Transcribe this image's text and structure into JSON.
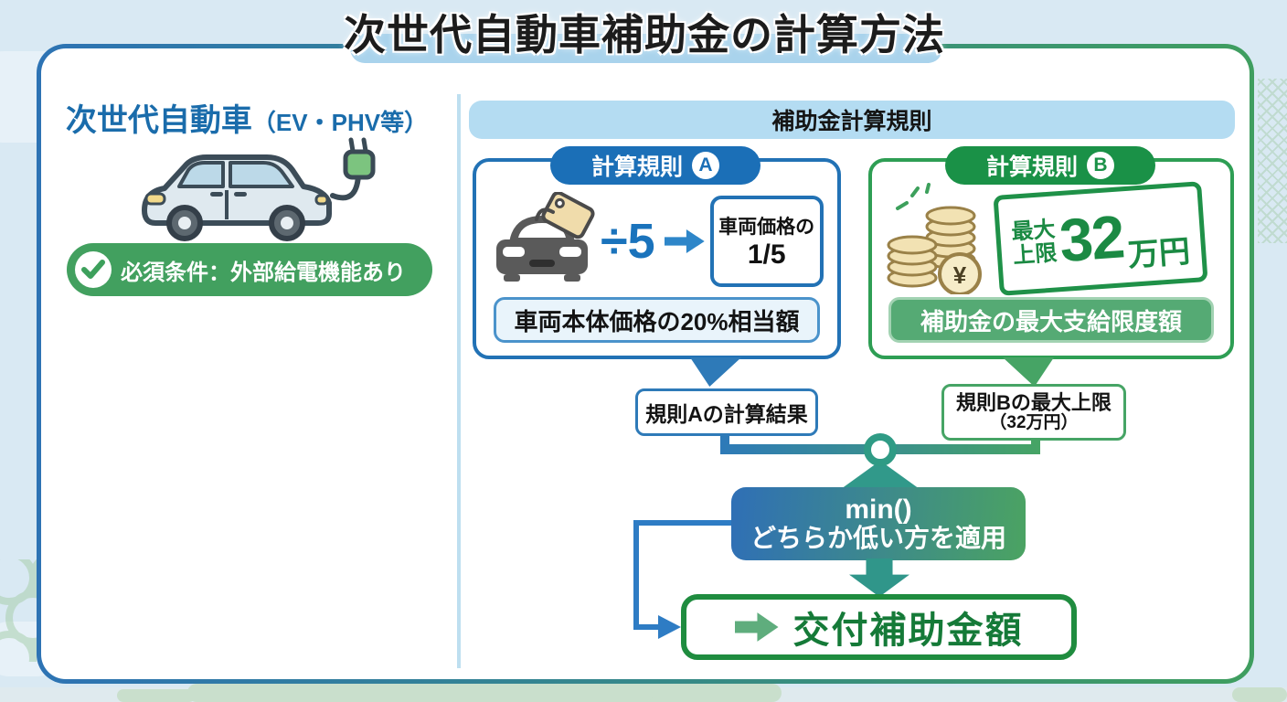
{
  "title": "次世代自動車補助金の計算方法",
  "left_panel": {
    "heading_main": "次世代自動車",
    "heading_note": "（EV・PHV等）",
    "requirement_badge": "必須条件：外部給電機能あり"
  },
  "right_panel": {
    "header": "補助金計算規則",
    "rule_a": {
      "label": "計算規則",
      "badge": "A",
      "formula": "÷5",
      "result_line1": "車両価格の",
      "result_line2": "1/5",
      "caption": "車両本体価格の20%相当額"
    },
    "rule_b": {
      "label": "計算規則",
      "badge": "B",
      "stamp_line1": "最大",
      "stamp_line2": "上限",
      "stamp_value": "32",
      "stamp_unit": "万円",
      "caption": "補助金の最大支給限度額"
    },
    "result_a": "規則Aの計算結果",
    "result_b_line1": "規則Bの最大上限",
    "result_b_line2": "（32万円）",
    "min_box_line1": "min()",
    "min_box_line2": "どちらか低い方を適用",
    "output_label": "交付補助金額"
  },
  "colors": {
    "rule_a_blue": "#2272b5",
    "rule_b_green": "#2e9e54",
    "connector_teal": "#30968a",
    "background_light_blue": "#d9e9f3"
  }
}
